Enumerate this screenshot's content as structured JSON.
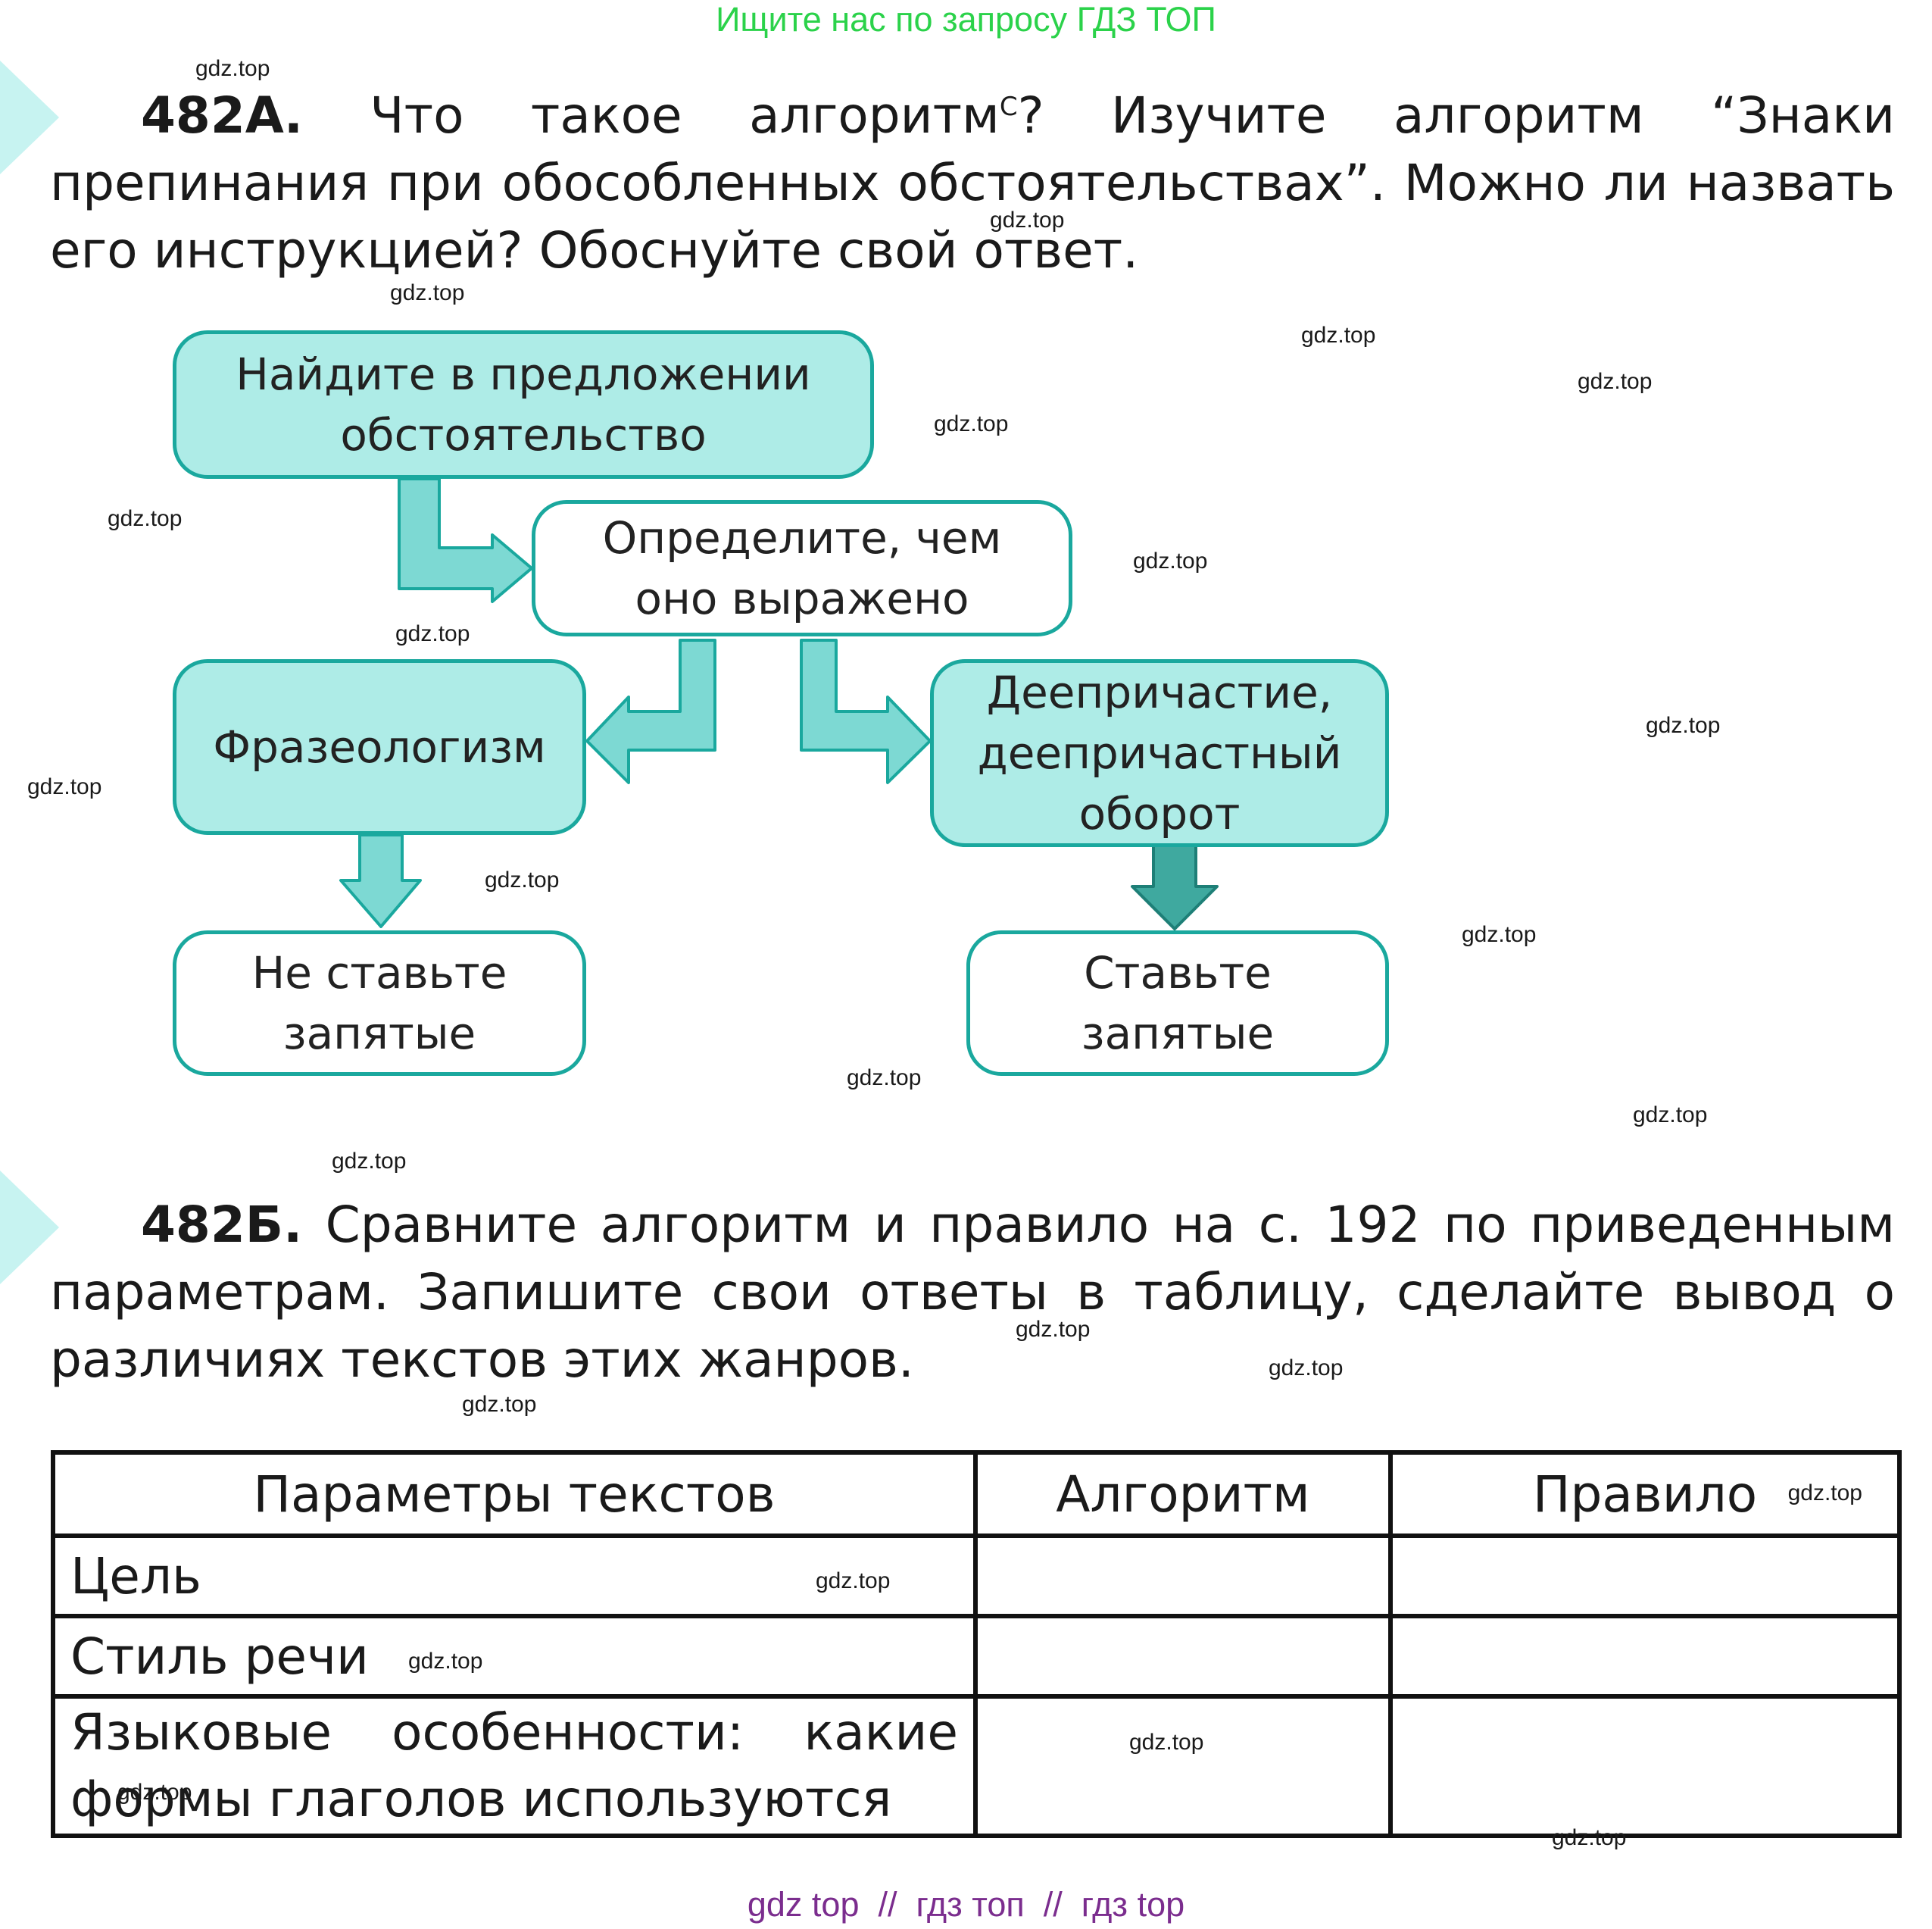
{
  "banner": "Ищите нас по запросу ГДЗ ТОП",
  "task_a": {
    "number": "482А.",
    "text_1": " Что такое алгоритм",
    "sup": "С",
    "text_2": "? Изучите алгоритм “Знаки препинания при обособленных обстоятельствах”. Можно ли назвать его инструкци­ей? Обоснуйте свой ответ."
  },
  "flowchart": {
    "find": [
      "Найдите в предложении",
      "обстоятельство"
    ],
    "determine": [
      "Определите, чем",
      "оно выражено"
    ],
    "phraseologism": "Фразеологизм",
    "participle": [
      "Деепричастие,",
      "деепричастный",
      "оборот"
    ],
    "no_commas": [
      "Не ставьте",
      "запятые"
    ],
    "commas": [
      "Ставьте",
      "запятые"
    ]
  },
  "task_b": {
    "number": "482Б.",
    "text": " Сравните алгоритм и правило на с. 192 по приведенным па­раметрам. Запишите свои ответы в таблицу, сделайте вывод о различи­ях текстов этих жанров."
  },
  "table": {
    "headers": [
      "Параметры текстов",
      "Алгоритм",
      "Правило"
    ],
    "rows": [
      [
        "Цель",
        "",
        ""
      ],
      [
        "Стиль речи",
        "",
        ""
      ],
      [
        "Языковые особенности: какие формы глаголов используются",
        "",
        ""
      ]
    ]
  },
  "watermark": "gdz.top",
  "footer": "gdz top  //  гдз топ  //  гдз top",
  "colors": {
    "box_fill": "#aeece7",
    "box_border": "#1aa89e",
    "arrow_fill": "#7dd9d3",
    "banner": "#2bd24a",
    "footer": "#7b2d8e"
  }
}
